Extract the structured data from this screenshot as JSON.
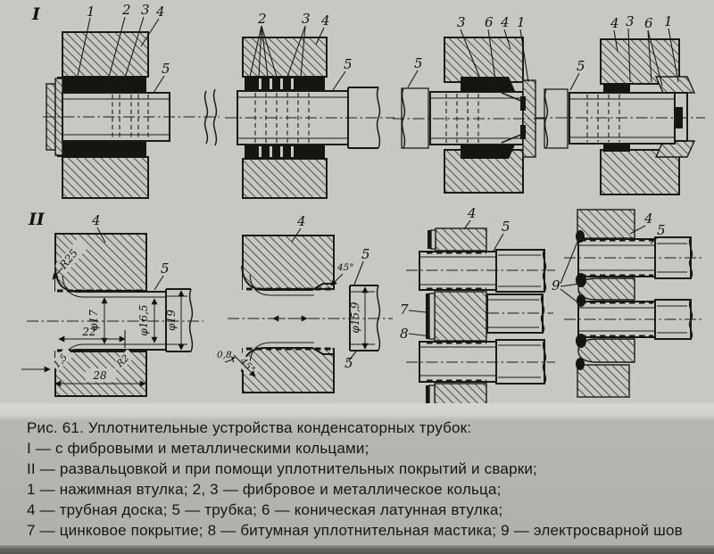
{
  "page": {
    "caption_lines": [
      "Рис. 61. Уплотнительные устройства конденсаторных трубок:",
      "I — с фибровыми и металлическими кольцами;",
      "II — развальцовкой и при помощи уплотнительных покрытий и сварки;",
      "1 — нажимная втулка; 2, 3 — фибровое и металлическое кольца;",
      "4 — трубная доска; 5 — трубка; 6 — коническая латунная втулка;",
      "7 — цинковое покрытие; 8 — битумная уплотнительная мастика; 9 — электросварной шов"
    ],
    "colors": {
      "paper": "#c8c7c2",
      "caption_bg": "#b5b4b0",
      "ink": "#1c1a17"
    }
  },
  "sections": {
    "one": "I",
    "two": "II"
  },
  "d1": {
    "n1": "1",
    "n2": "2",
    "n3": "3",
    "n4": "4",
    "n5": "5"
  },
  "d2": {
    "n2": "2",
    "n3": "3",
    "n4": "4",
    "n5": "5"
  },
  "d3": {
    "n3": "3",
    "n6": "6",
    "n4": "4",
    "n1": "1",
    "n5": "5"
  },
  "d4": {
    "n4": "4",
    "n3": "3",
    "n6": "6",
    "n1": "1",
    "n5": "5"
  },
  "d5": {
    "n4": "4",
    "n5": "5",
    "r25": "R25",
    "phi17": "φ17",
    "phi165": "φ16,5",
    "phi19": "φ19",
    "dim22": "22",
    "dim28": "28",
    "dim15": "1,5",
    "r2": "R2"
  },
  "d6": {
    "n4": "4",
    "n5a": "5",
    "n5b": "5",
    "deg45": "45°",
    "phi159": "φ15,9",
    "dim08": "0,8",
    "deg45b": "45°"
  },
  "d7": {
    "n4": "4",
    "n5": "5",
    "n7": "7",
    "n8": "8"
  },
  "d8": {
    "n9": "9",
    "n4": "4",
    "n5": "5"
  }
}
